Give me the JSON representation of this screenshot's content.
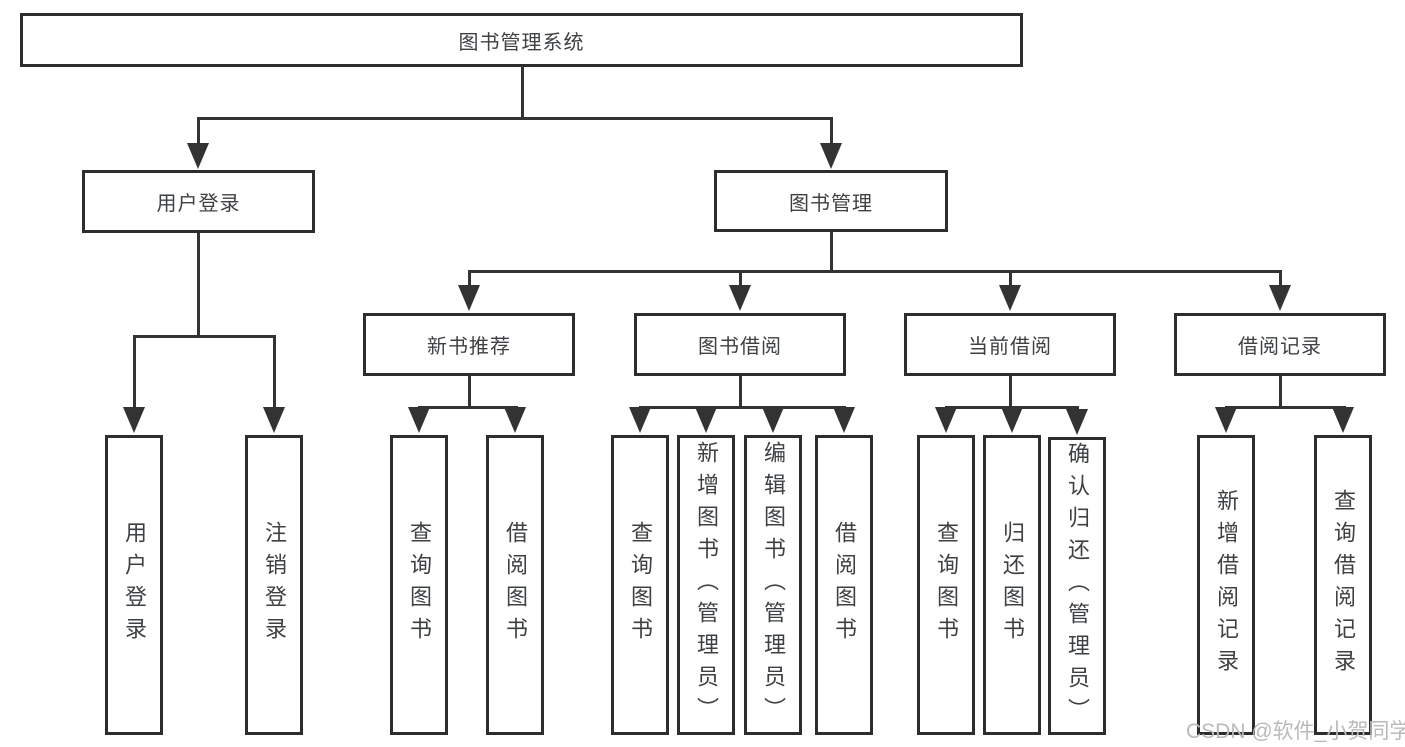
{
  "diagram": {
    "root": {
      "label": "图书管理系统"
    },
    "level1": [
      {
        "label": "用户登录"
      },
      {
        "label": "图书管理"
      }
    ],
    "level2": [
      {
        "label": "新书推荐"
      },
      {
        "label": "图书借阅"
      },
      {
        "label": "当前借阅"
      },
      {
        "label": "借阅记录"
      }
    ],
    "leaves": {
      "user_login": [
        "用户登录",
        "注销登录"
      ],
      "new_book": [
        "查询图书",
        "借阅图书"
      ],
      "book_borrow": [
        "查询图书",
        "新增图书（管理员）",
        "编辑图书（管理员）",
        "借阅图书"
      ],
      "current_borrow": [
        "查询图书",
        "归还图书",
        "确认归还（管理员）"
      ],
      "borrow_record": [
        "新增借阅记录",
        "查询借阅记录"
      ]
    }
  },
  "watermark": {
    "text": "CSDN @软件_小贺同学"
  },
  "colors": {
    "background": "#ffffff",
    "line": "#333333",
    "border": "#2d2d2d",
    "text": "#3e4144",
    "watermark": "#b9babc"
  }
}
